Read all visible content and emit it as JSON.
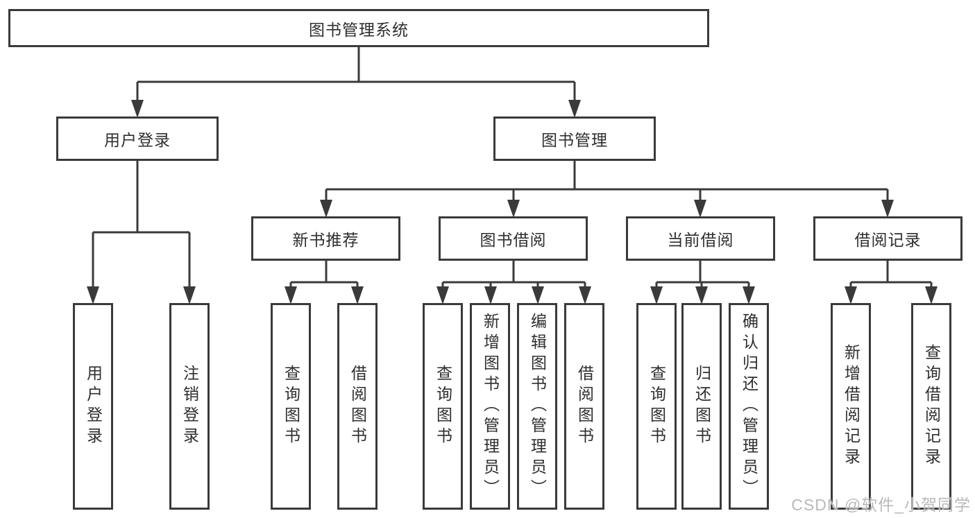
{
  "diagram_title": "图书管理系统",
  "tree": {
    "root": {
      "label": "图书管理系统"
    },
    "branches": [
      {
        "label": "用户登录",
        "children": [
          {
            "label": "用户登录"
          },
          {
            "label": "注销登录"
          }
        ]
      },
      {
        "label": "图书管理",
        "children": [
          {
            "label": "新书推荐",
            "children": [
              {
                "label": "查询图书"
              },
              {
                "label": "借阅图书"
              }
            ]
          },
          {
            "label": "图书借阅",
            "children": [
              {
                "label": "查询图书"
              },
              {
                "label": "新增图书（管理员）"
              },
              {
                "label": "编辑图书（管理员）"
              },
              {
                "label": "借阅图书"
              }
            ]
          },
          {
            "label": "当前借阅",
            "children": [
              {
                "label": "查询图书"
              },
              {
                "label": "归还图书"
              },
              {
                "label": "确认归还（管理员）"
              }
            ]
          },
          {
            "label": "借阅记录",
            "children": [
              {
                "label": "新增借阅记录"
              },
              {
                "label": "查询借阅记录"
              }
            ]
          }
        ]
      }
    ]
  },
  "watermark": "CSDN @软件_小贺同学",
  "colors": {
    "line": "#3a3a3a",
    "text": "#2e2e2e",
    "watermark": "#b9b9b9",
    "background": "#ffffff"
  }
}
